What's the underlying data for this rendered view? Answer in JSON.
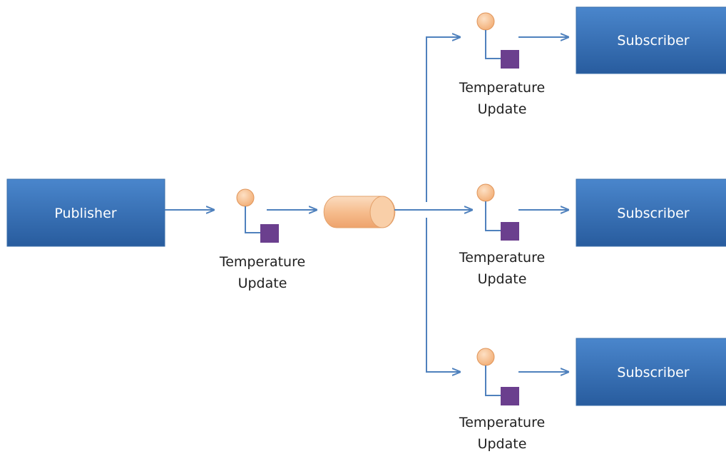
{
  "publisher": {
    "label": "Publisher"
  },
  "messages": [
    {
      "line1": "Temperature",
      "line2": "Update"
    },
    {
      "line1": "Temperature",
      "line2": "Update"
    },
    {
      "line1": "Temperature",
      "line2": "Update"
    },
    {
      "line1": "Temperature",
      "line2": "Update"
    }
  ],
  "subscribers": [
    {
      "label": "Subscriber"
    },
    {
      "label": "Subscriber"
    },
    {
      "label": "Subscriber"
    }
  ],
  "colors": {
    "box_top": "#4a82c7",
    "box_bottom": "#2a5d9e",
    "arrow": "#4f81bd",
    "circle": "#f6c28f",
    "square": "#6b3f8e",
    "channel": "#f7c49a"
  }
}
